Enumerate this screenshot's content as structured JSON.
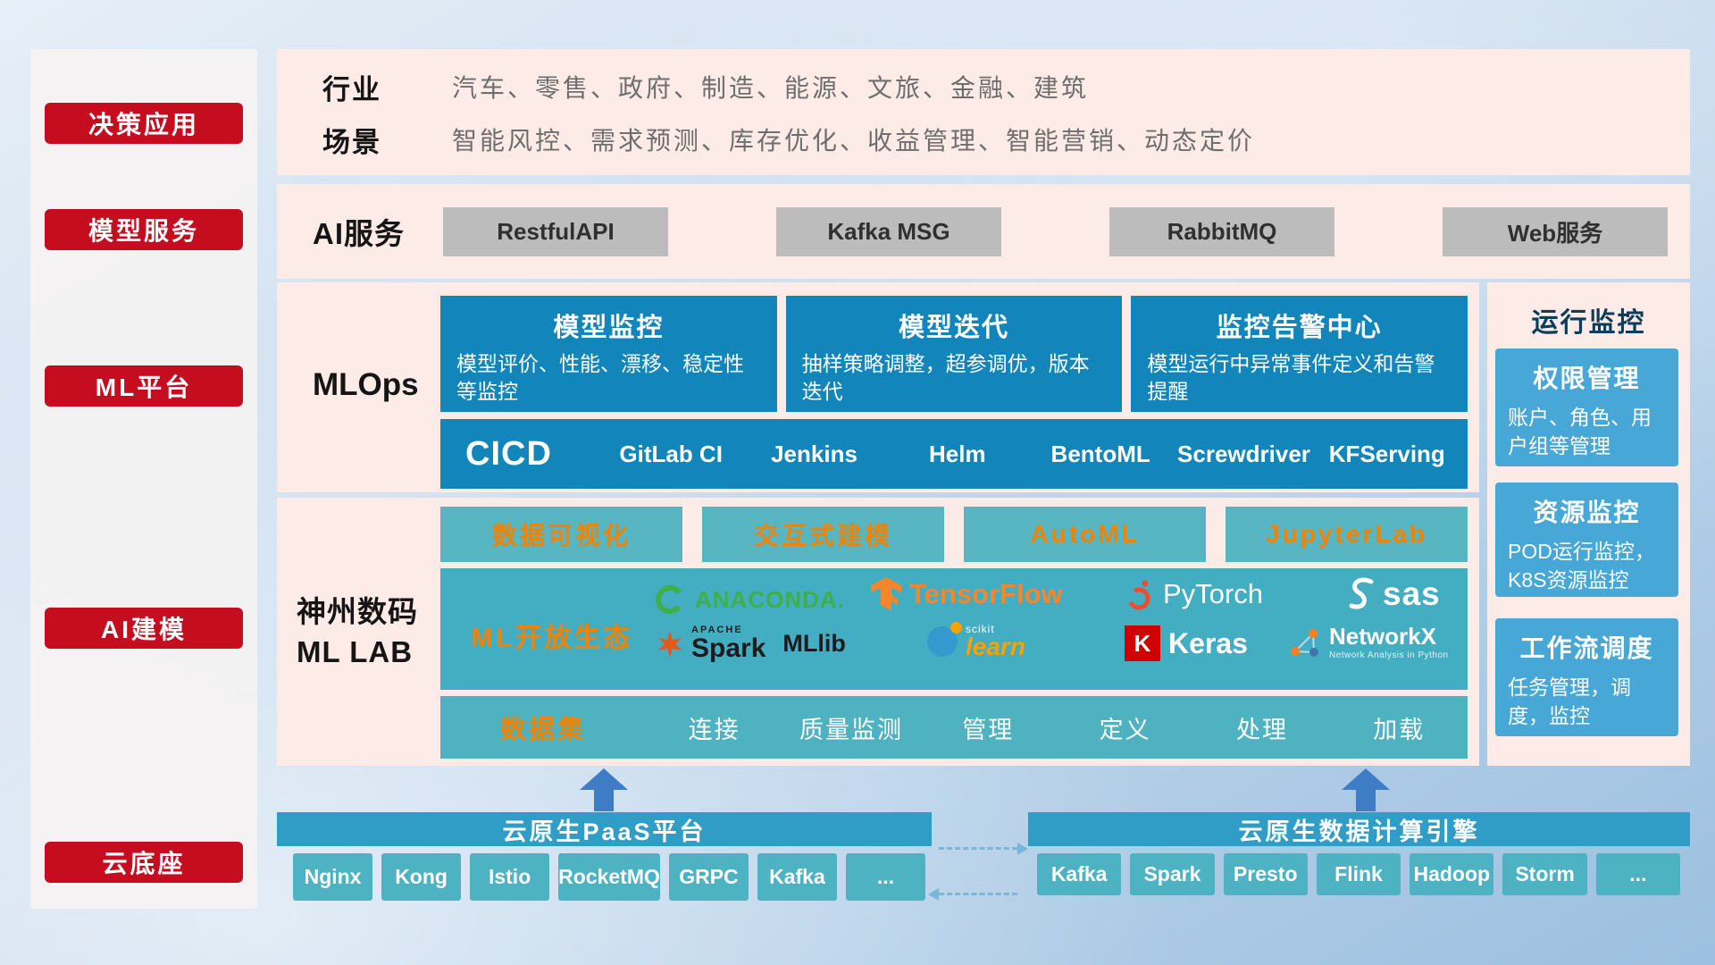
{
  "colors": {
    "accent_red": "#c60d1f",
    "band_pink": "#fcebe7",
    "deep_blue": "#1286bb",
    "teal": "#4db3c2",
    "ecosystem_teal": "#43adc2",
    "monitor_card_blue": "#47a7d6",
    "bar_blue": "#2f9dc6",
    "orange": "#f08300",
    "gray_button": "#bcbcbc",
    "arrow_blue": "#3e7dc6"
  },
  "sidebar": {
    "items": [
      {
        "label": "决策应用"
      },
      {
        "label": "模型服务"
      },
      {
        "label": "ML平台"
      },
      {
        "label": "AI建模"
      },
      {
        "label": "云底座"
      }
    ]
  },
  "industry": {
    "row1_label": "行业",
    "row1_text": "汽车、零售、政府、制造、能源、文旅、金融、建筑",
    "row2_label": "场景",
    "row2_text": "智能风控、需求预测、库存优化、收益管理、智能营销、动态定价"
  },
  "ai_service": {
    "label": "AI服务",
    "items": [
      "RestfulAPI",
      "Kafka MSG",
      "RabbitMQ",
      "Web服务"
    ]
  },
  "mlops": {
    "label": "MLOps",
    "cards": [
      {
        "title": "模型监控",
        "desc": "模型评价、性能、漂移、稳定性等监控"
      },
      {
        "title": "模型迭代",
        "desc": "抽样策略调整，超参调优，版本迭代"
      },
      {
        "title": "监控告警中心",
        "desc": "模型运行中异常事件定义和告警提醒"
      }
    ],
    "cicd": {
      "title": "CICD",
      "items": [
        "GitLab CI",
        "Jenkins",
        "Helm",
        "BentoML",
        "Screwdriver",
        "KFServing"
      ]
    }
  },
  "mllab": {
    "label_line1": "神州数码",
    "label_line2": "ML LAB",
    "tools": [
      "数据可视化",
      "交互式建模",
      "AutoML",
      "JupyterLab"
    ],
    "ecosystem": {
      "title": "ML开放生态",
      "anaconda": "ANACONDA.",
      "tensorflow": "TensorFlow",
      "pytorch": "PyTorch",
      "sas": "sas",
      "apache": "APACHE",
      "spark": "Spark",
      "mllib": "MLlib",
      "scikit_top": "scikit",
      "scikit_bottom": "learn",
      "keras_k": "K",
      "keras": "Keras",
      "networkx": "NetworkX",
      "networkx_sub": "Network Analysis in Python"
    },
    "dataset": {
      "title": "数据集",
      "items": [
        "连接",
        "质量监测",
        "管理",
        "定义",
        "处理",
        "加载"
      ]
    }
  },
  "monitoring": {
    "title": "运行监控",
    "cards": [
      {
        "title": "权限管理",
        "desc": "账户、角色、用户组等管理"
      },
      {
        "title": "资源监控",
        "desc": "POD运行监控，K8S资源监控"
      },
      {
        "title": "工作流调度",
        "desc": "任务管理，调度，监控"
      }
    ]
  },
  "foundation": {
    "paas": {
      "title": "云原生PaaS平台",
      "items": [
        "Nginx",
        "Kong",
        "Istio",
        "RocketMQ",
        "GRPC",
        "Kafka",
        "..."
      ]
    },
    "engine": {
      "title": "云原生数据计算引擎",
      "items": [
        "Kafka",
        "Spark",
        "Presto",
        "Flink",
        "Hadoop",
        "Storm",
        "..."
      ]
    }
  }
}
